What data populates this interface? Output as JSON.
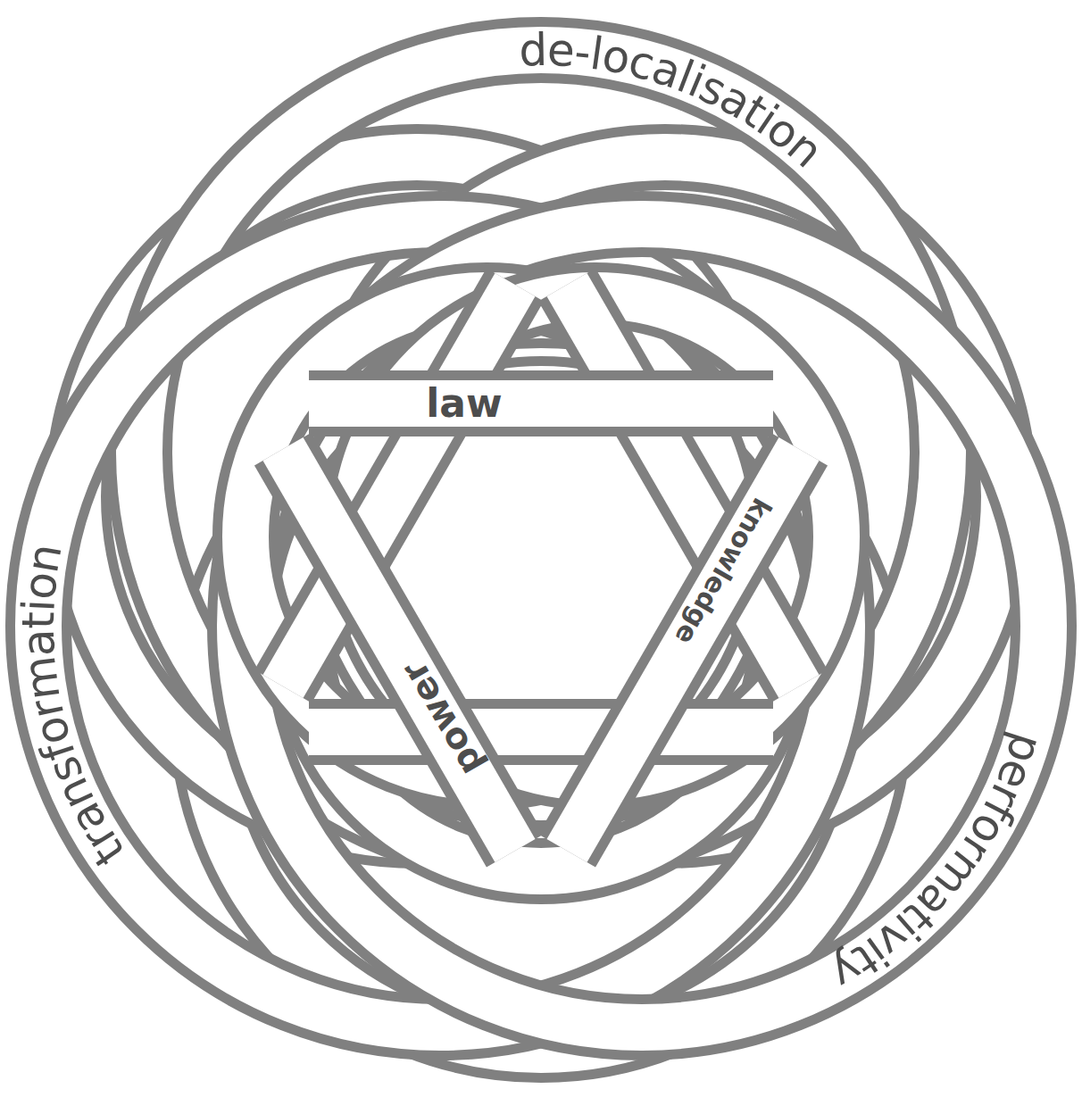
{
  "diagram": {
    "labels": [
      "de-localisation",
      "transformation",
      "performativity",
      "law",
      "knowledge",
      "power"
    ]
  }
}
